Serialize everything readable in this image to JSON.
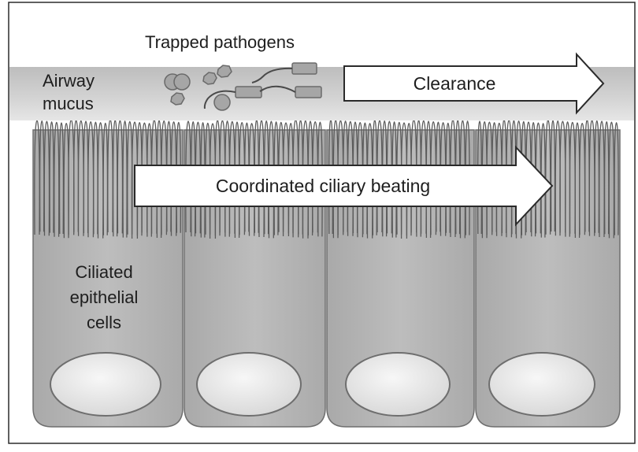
{
  "labels": {
    "trapped_pathogens": "Trapped pathogens",
    "airway_mucus_line1": "Airway",
    "airway_mucus_line2": "mucus",
    "clearance": "Clearance",
    "coordinated_beating": "Coordinated ciliary beating",
    "ciliated_line1": "Ciliated",
    "ciliated_line2": "epithelial",
    "ciliated_line3": "cells"
  },
  "colors": {
    "mucus_band": "#c9c9c9",
    "cell_fill": "#b8b8b8",
    "nucleus_fill": "#ececec",
    "cilia_stroke": "#555555",
    "pathogen_fill": "#a6a6a6",
    "arrow_fill": "#ffffff",
    "text": "#1e1e1e"
  }
}
